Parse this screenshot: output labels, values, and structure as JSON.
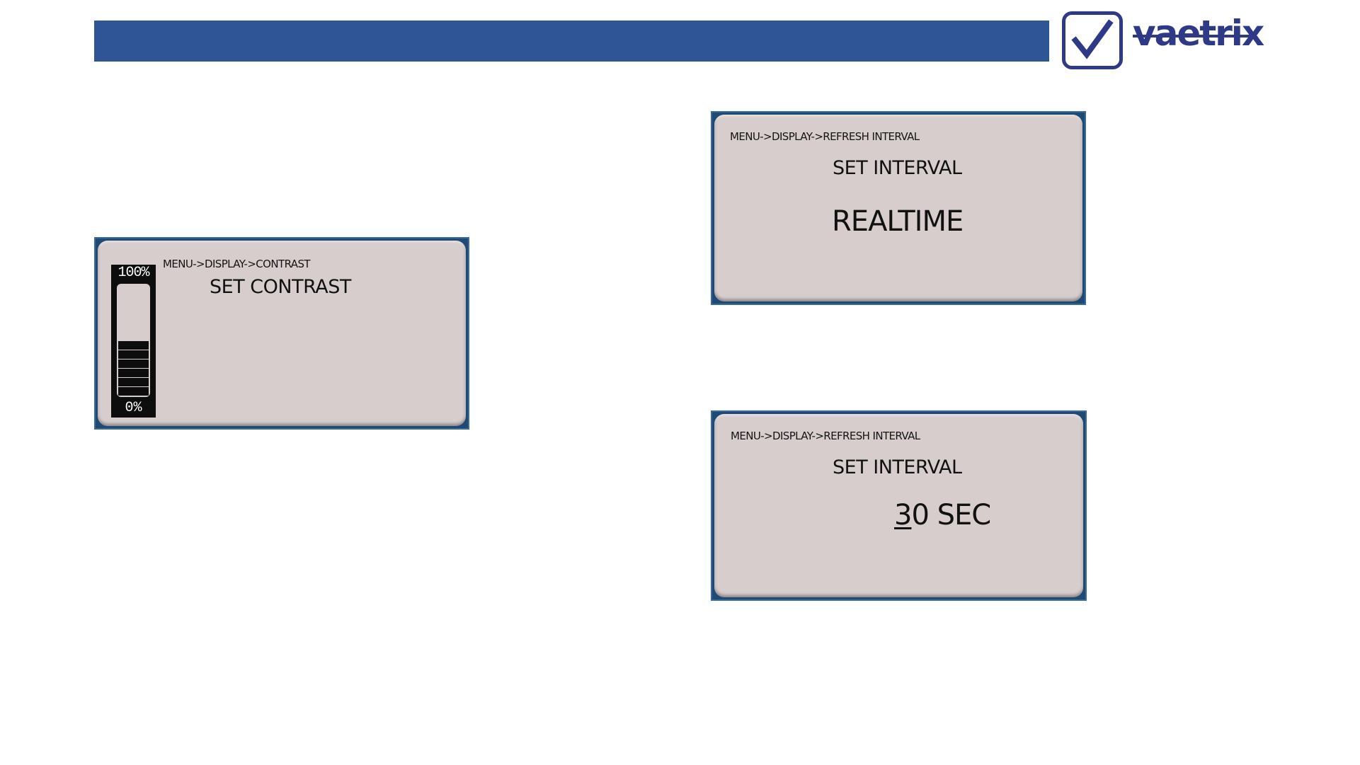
{
  "brand": {
    "name": "vaetrix",
    "primary_color": "#2f5597",
    "logo_color": "#2e3a87",
    "logo_icon": "checkmark-icon"
  },
  "screens": [
    {
      "id": "contrast",
      "breadcrumb": "MENU->DISPLAY->CONTRAST",
      "title": "SET CONTRAST",
      "gauge": {
        "max_label": "100%",
        "min_label": "0%",
        "total_segments": 12,
        "filled_segments": 6
      }
    },
    {
      "id": "refresh-realtime",
      "breadcrumb": "MENU->DISPLAY->REFRESH INTERVAL",
      "title": "SET INTERVAL",
      "value": "REALTIME"
    },
    {
      "id": "refresh-30sec",
      "breadcrumb": "MENU->DISPLAY->REFRESH INTERVAL",
      "title": "SET INTERVAL",
      "value_cursor_digit": "3",
      "value_rest": "0 SEC"
    }
  ],
  "colors": {
    "lcd_bezel": "#1f4a75",
    "lcd_background": "#d7cdcd",
    "gauge_background": "#0d0d0d",
    "gauge_empty_segment": "#d7cdcd",
    "gauge_filled_segment": "#0d0d0d"
  }
}
